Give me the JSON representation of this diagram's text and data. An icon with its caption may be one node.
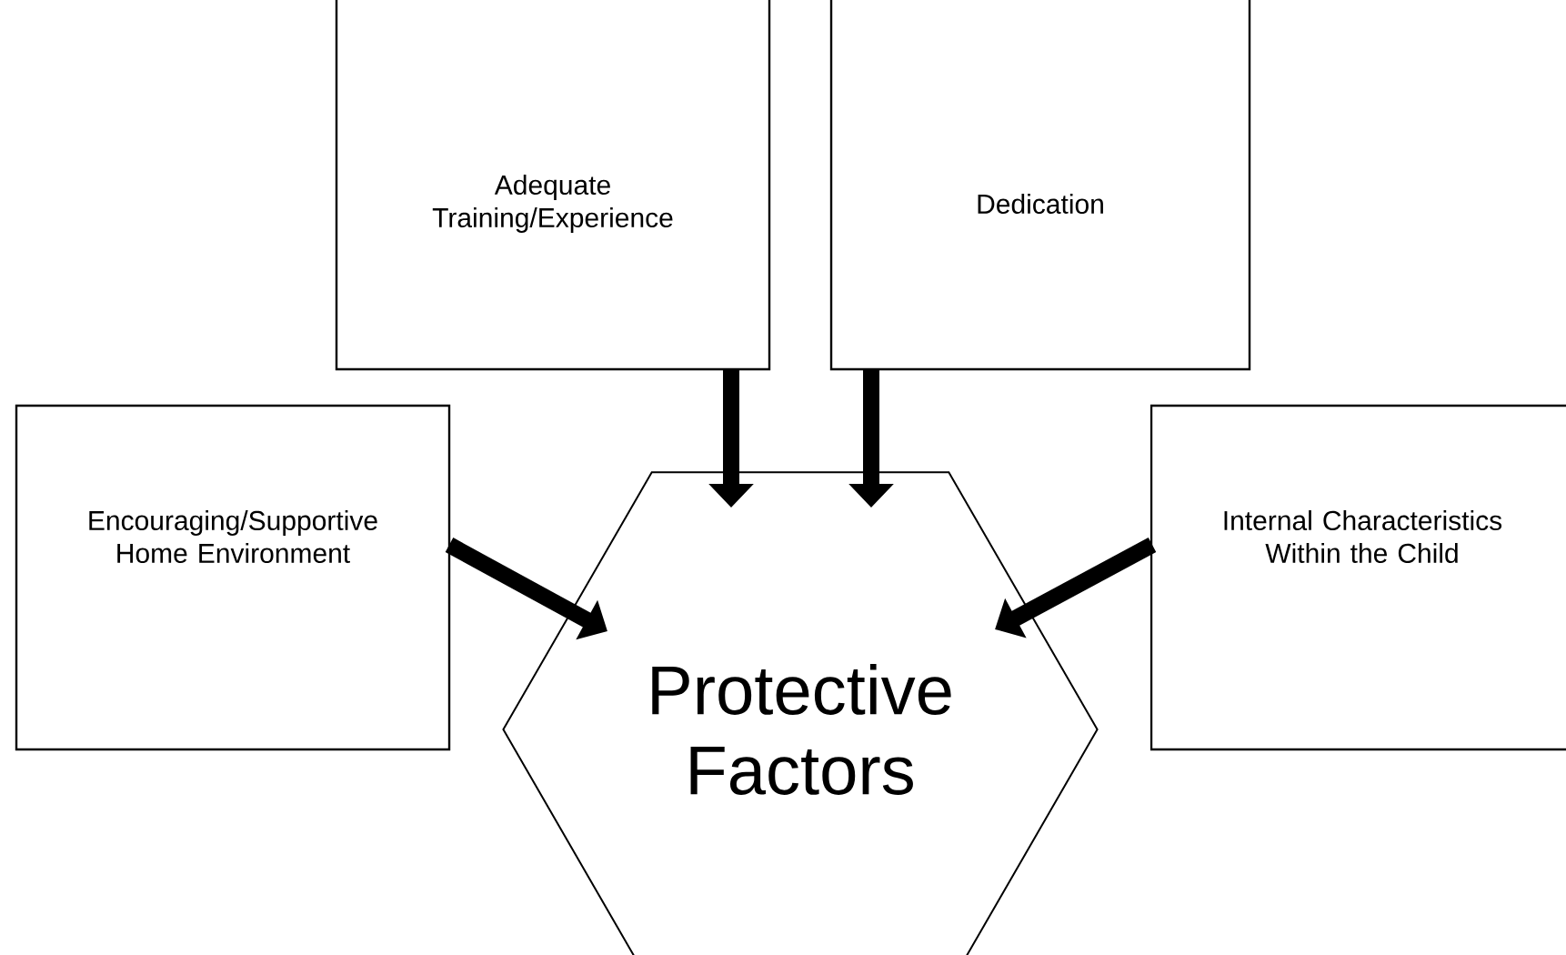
{
  "diagram": {
    "nodes": [
      {
        "text": [
          "Adequate Training/Experience"
        ]
      },
      {
        "text": [
          "Dedication"
        ]
      },
      {
        "text": [
          "Encouraging/Supportive Home Environment"
        ]
      },
      {
        "text": [
          "Internal Characteristics Within the Child"
        ]
      },
      {
        "text": [
          "Protective Factors"
        ]
      }
    ],
    "edges": [
      {
        "from": 0,
        "to": 4,
        "arrow": "to"
      },
      {
        "from": 1,
        "to": 4,
        "arrow": "to"
      },
      {
        "from": 2,
        "to": 4,
        "arrow": "to"
      },
      {
        "from": 3,
        "to": 4,
        "arrow": "to"
      }
    ]
  }
}
